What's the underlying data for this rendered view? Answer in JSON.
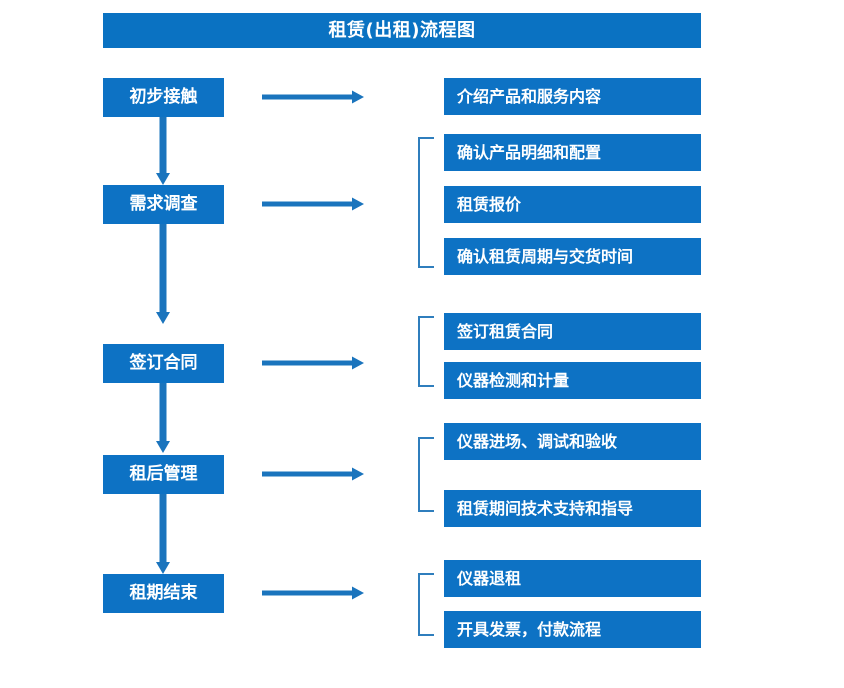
{
  "diagram": {
    "title": "租赁(出租)流程图",
    "colors": {
      "box_blue": "#0d72c4",
      "title_blue": "#0a72c2",
      "arrow_blue": "#1a74bd",
      "bracket_blue": "#2f7ebd",
      "box_text": "#ffffff",
      "background": "#ffffff"
    },
    "stages": [
      {
        "label": "初步接触"
      },
      {
        "label": "需求调查"
      },
      {
        "label": "签订合同"
      },
      {
        "label": "租后管理"
      },
      {
        "label": "租期结束"
      }
    ],
    "details": {
      "group1": [
        {
          "label": "介绍产品和服务内容"
        }
      ],
      "group2": [
        {
          "label": "确认产品明细和配置"
        },
        {
          "label": "租赁报价"
        },
        {
          "label": "确认租赁周期与交货时间"
        }
      ],
      "group3": [
        {
          "label": "签订租赁合同"
        },
        {
          "label": "仪器检测和计量"
        }
      ],
      "group4": [
        {
          "label": "仪器进场、调试和验收"
        },
        {
          "label": "租赁期间技术支持和指导"
        }
      ],
      "group5": [
        {
          "label": "仪器退租"
        },
        {
          "label": "开具发票，付款流程"
        }
      ]
    },
    "icons": {
      "h_arrow": "right-arrow-icon",
      "v_arrow": "down-arrow-icon",
      "bracket": "group-bracket-icon"
    }
  }
}
